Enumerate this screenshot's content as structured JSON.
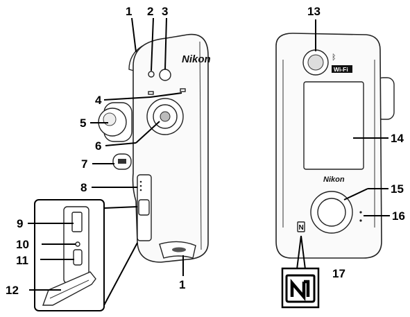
{
  "brand": {
    "front": "Nikon",
    "back": "Nikon",
    "wifi": "Wi-Fi"
  },
  "callouts": [
    {
      "id": "1"
    },
    {
      "id": "2"
    },
    {
      "id": "3"
    },
    {
      "id": "4"
    },
    {
      "id": "5"
    },
    {
      "id": "6"
    },
    {
      "id": "7"
    },
    {
      "id": "8"
    },
    {
      "id": "9"
    },
    {
      "id": "10"
    },
    {
      "id": "11"
    },
    {
      "id": "12"
    },
    {
      "id": "1"
    },
    {
      "id": "13"
    },
    {
      "id": "14"
    },
    {
      "id": "15"
    },
    {
      "id": "16"
    },
    {
      "id": "17"
    }
  ]
}
